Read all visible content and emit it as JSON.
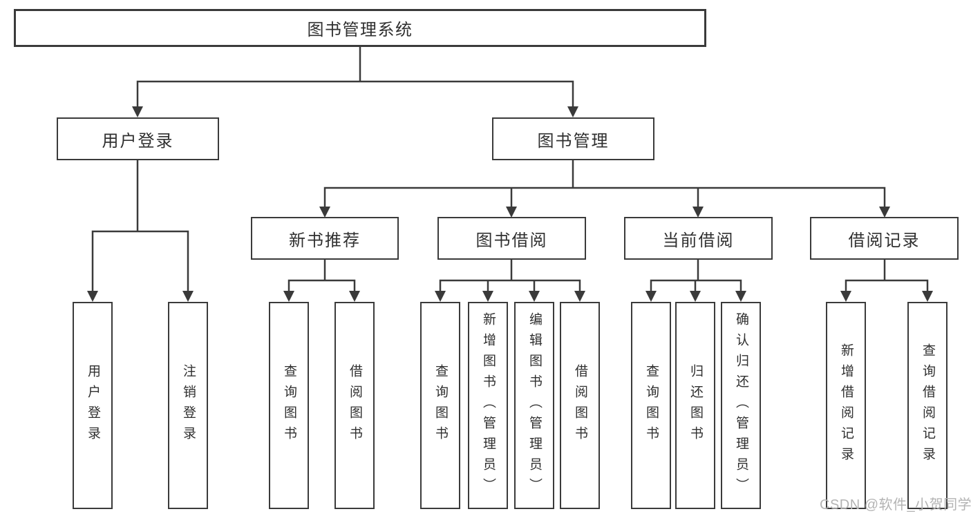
{
  "tree": {
    "root": {
      "label": "图书管理系统",
      "children": [
        {
          "label": "用户登录",
          "children": [
            {
              "label": "用户登录"
            },
            {
              "label": "注销登录"
            }
          ]
        },
        {
          "label": "图书管理",
          "children": [
            {
              "label": "新书推荐",
              "children": [
                {
                  "label": "查询图书"
                },
                {
                  "label": "借阅图书"
                }
              ]
            },
            {
              "label": "图书借阅",
              "children": [
                {
                  "label": "查询图书"
                },
                {
                  "label": "新增图书（管理员）"
                },
                {
                  "label": "编辑图书（管理员）"
                },
                {
                  "label": "借阅图书"
                }
              ]
            },
            {
              "label": "当前借阅",
              "children": [
                {
                  "label": "查询图书"
                },
                {
                  "label": "归还图书"
                },
                {
                  "label": "确认归还（管理员）"
                }
              ]
            },
            {
              "label": "借阅记录",
              "children": [
                {
                  "label": "新增借阅记录"
                },
                {
                  "label": "查询借阅记录"
                }
              ]
            }
          ]
        }
      ]
    }
  },
  "watermark": {
    "text": "CSDN @软件_小贺同学"
  },
  "colors": {
    "line": "#3a3a3a",
    "box_border": "#3a3a3a",
    "box_fill": "#ffffff",
    "text": "#2f2f2f",
    "watermark": "#b3b3b3",
    "background": "#ffffff"
  }
}
